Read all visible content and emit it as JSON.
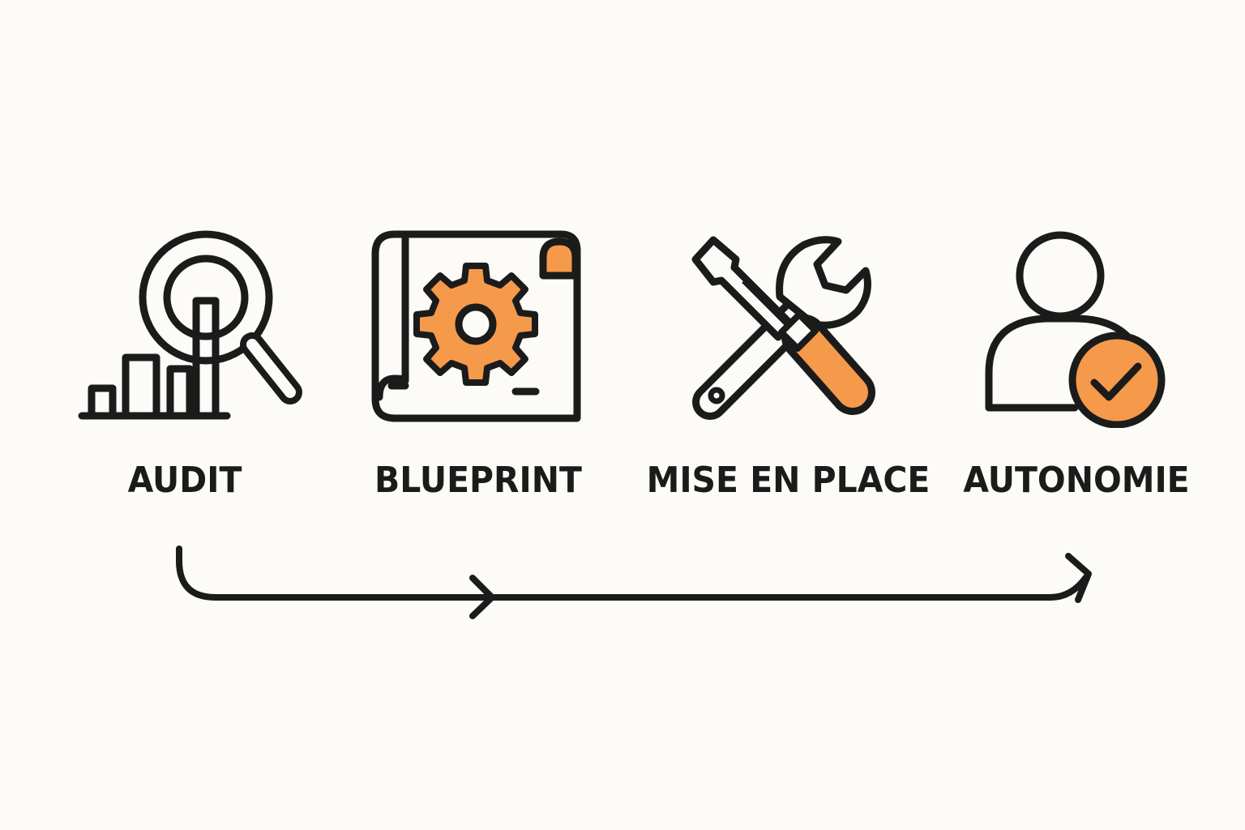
{
  "colors": {
    "ink": "#1b1b1b",
    "accent": "#f5994a",
    "background": "#fcfbf7"
  },
  "steps": [
    {
      "label": "AUDIT",
      "icon": "magnifier-bar-chart-icon"
    },
    {
      "label": "BLUEPRINT",
      "icon": "blueprint-gear-icon"
    },
    {
      "label": "MISE EN PLACE",
      "icon": "screwdriver-wrench-icon"
    },
    {
      "label": "AUTONOMIE",
      "icon": "user-check-icon"
    }
  ]
}
